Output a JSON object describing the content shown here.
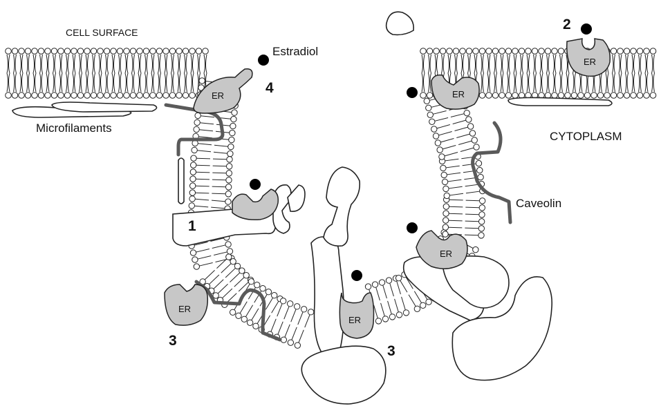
{
  "labels": {
    "cell_surface": "CELL SURFACE",
    "estradiol": "Estradiol",
    "microfilaments": "Microfilaments",
    "cytoplasm": "CYTOPLASM",
    "caveolin": "Caveolin"
  },
  "numbers": {
    "n1": "1",
    "n2": "2",
    "n3_left": "3",
    "n3_bottom": "3",
    "n4": "4"
  },
  "er_label": "ER",
  "colors": {
    "receptor_fill": "#c7c7c7",
    "caveolin": "#5a5a5a",
    "ligand": "#000000",
    "outline": "#222222"
  }
}
